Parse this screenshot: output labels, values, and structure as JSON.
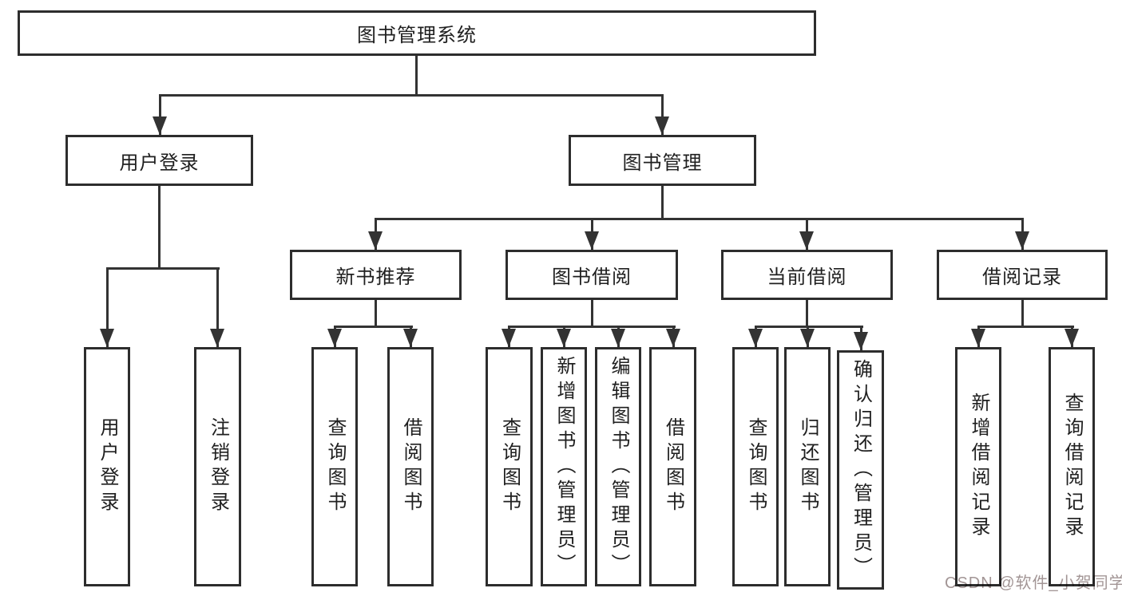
{
  "diagram": {
    "root": {
      "label": "图书管理系统"
    },
    "level2": [
      {
        "label": "用户登录"
      },
      {
        "label": "图书管理"
      }
    ],
    "level3": [
      {
        "label": "新书推荐"
      },
      {
        "label": "图书借阅"
      },
      {
        "label": "当前借阅"
      },
      {
        "label": "借阅记录"
      }
    ],
    "leaves": {
      "user_login": [
        "用户登录",
        "注销登录"
      ],
      "new_books": [
        "查询图书",
        "借阅图书"
      ],
      "book_borrow": [
        "查询图书",
        "新增图书（管理员）",
        "编辑图书（管理员）",
        "借阅图书"
      ],
      "current_borrow": [
        "查询图书",
        "归还图书",
        "确认归还（管理员）"
      ],
      "borrow_records": [
        "新增借阅记录",
        "查询借阅记录"
      ]
    }
  },
  "watermark": {
    "text": "CSDN @软件_小贺同学"
  },
  "colors": {
    "line": "#333333",
    "box_border": "#2d2d2d",
    "text": "#1f1f1f",
    "background": "#ffffff",
    "watermark": "#988989"
  }
}
